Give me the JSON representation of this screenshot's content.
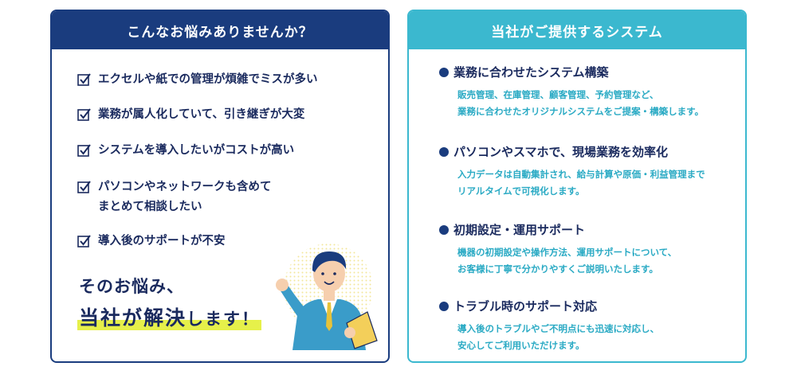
{
  "left_panel": {
    "header": "こんなお悩みありませんか？",
    "checks": [
      "エクセルや紙での管理が煩雑でミスが多い",
      "業務が属人化していて、引き継ぎが大変",
      "システムを導入したいがコストが高い",
      "パソコンやネットワークも含めて\nまとめて相談したい",
      "導入後のサポートが不安"
    ],
    "headline_line1": "そのお悩み、",
    "headline_line2_main": "当社が解決",
    "headline_line2_tail": "します！"
  },
  "right_panel": {
    "header": "当社がご提供するシステム",
    "items": [
      {
        "title": "業務に合わせたシステム構築",
        "desc": "販売管理、在庫管理、顧客管理、予約管理など、\n業務に合わせたオリジナルシステムをご提案・構築します。"
      },
      {
        "title": "パソコンやスマホで、現場業務を効率化",
        "desc": "入力データは自動集計され、給与計算や原価・利益管理まで\nリアルタイムで可視化します。"
      },
      {
        "title": "初期設定・運用サポート",
        "desc": "機器の初期設定や操作方法、運用サポートについて、\nお客様に丁寧で分かりやすくご説明いたします。"
      },
      {
        "title": "トラブル時のサポート対応",
        "desc": "導入後のトラブルやご不明点にも迅速に対応し、\n安心してご利用いただけます。"
      }
    ]
  },
  "colors": {
    "navy": "#1a3c7e",
    "teal": "#3bb8cf",
    "highlight": "#e6f04a"
  },
  "icons": [
    "checkbox-icon",
    "bullet-icon",
    "businessman-illustration"
  ]
}
